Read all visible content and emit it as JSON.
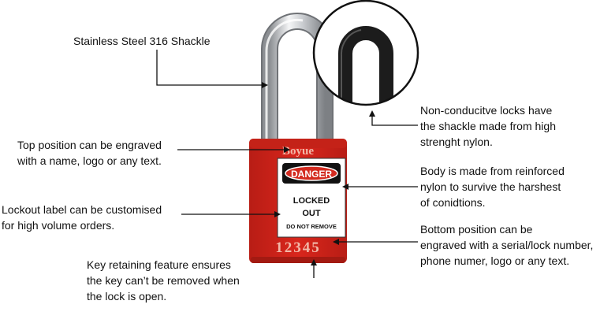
{
  "callouts": {
    "shackle": {
      "lines": [
        "Stainless Steel 316 Shackle"
      ]
    },
    "nonconductive": {
      "lines": [
        "Non-conducitve locks have",
        "the shackle made from high",
        "strenght nylon."
      ]
    },
    "top_position": {
      "lines": [
        "Top position can be engraved",
        "with a name, logo or any text."
      ]
    },
    "body": {
      "lines": [
        "Body is made from reinforced",
        "nylon to survive the harshest",
        "of conidtions."
      ]
    },
    "lockout_label": {
      "lines": [
        "Lockout label can be customised",
        "for high volume orders."
      ]
    },
    "bottom_position": {
      "lines": [
        "Bottom position can be",
        "engraved with a serial/lock number,",
        "phone numer, logo or any text."
      ]
    },
    "key_retaining": {
      "lines": [
        "Key retaining feature ensures",
        "the key can’t be removed when",
        "the lock is open."
      ]
    }
  },
  "lock": {
    "brand_engraving": "Boyue",
    "serial_engraving": "12345",
    "body_color": "#d9261c",
    "label": {
      "danger_text": "DANGER",
      "locked_text": "LOCKED",
      "out_text": "OUT",
      "do_not_remove_text": "DO NOT REMOVE"
    }
  },
  "inset": {
    "shackle_color": "#1c1c1c"
  }
}
